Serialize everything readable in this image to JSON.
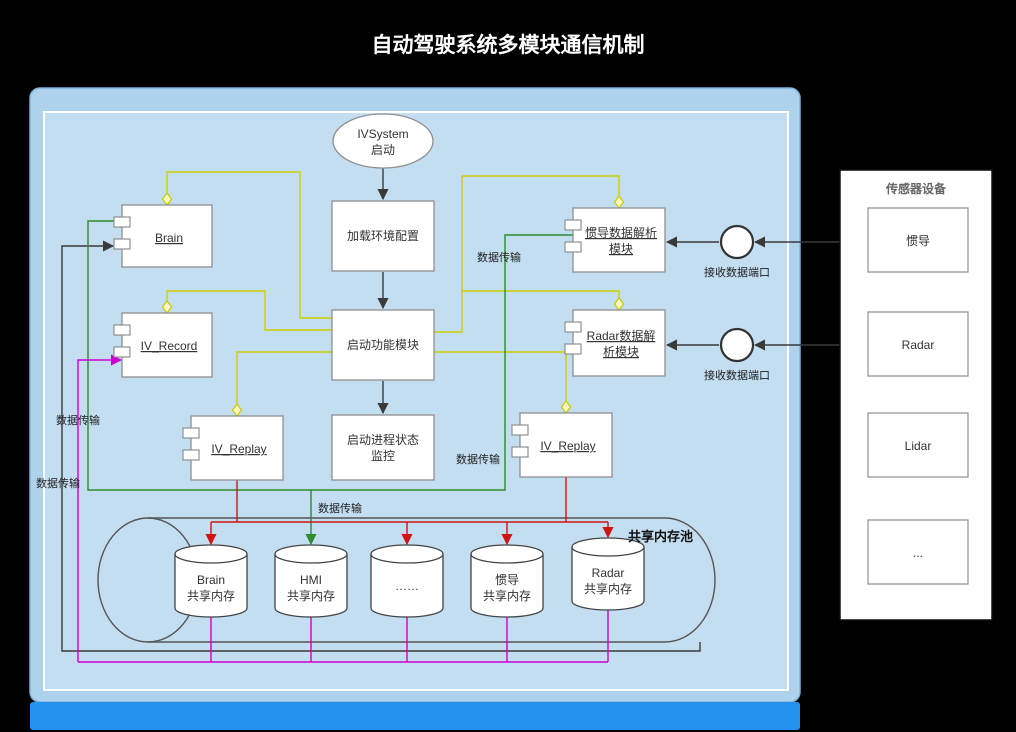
{
  "title": "自动驾驶系统多模块通信机制",
  "nodes": {
    "start": {
      "l1": "IVSystem",
      "l2": "启动"
    },
    "load_config": "加载环境配置",
    "start_modules": "启动功能模块",
    "monitor": {
      "l1": "启动进程状态",
      "l2": "监控"
    },
    "brain": "Brain",
    "iv_record": "IV_Record",
    "iv_replay_left": "IV_Replay",
    "ins_parser": {
      "l1": "惯导数据解析",
      "l2": "模块"
    },
    "radar_parser": {
      "l1": "Radar数据解",
      "l2": "析模块"
    },
    "iv_replay_right": "IV_Replay"
  },
  "ports": {
    "ins": "接收数据端口",
    "radar": "接收数据端口"
  },
  "labels": {
    "data_transfer_1": "数据传输",
    "data_transfer_2": "数据传输",
    "data_transfer_3": "数据传输",
    "data_transfer_4": "数据传输",
    "data_transfer_5": "数据传输",
    "shared_pool": "共享内存池"
  },
  "memories": [
    {
      "l1": "Brain",
      "l2": "共享内存"
    },
    {
      "l1": "HMI",
      "l2": "共享内存"
    },
    {
      "l1": "……",
      "l2": ""
    },
    {
      "l1": "惯导",
      "l2": "共享内存"
    },
    {
      "l1": "Radar",
      "l2": "共享内存"
    }
  ],
  "sensor_panel": {
    "title": "传感器设备",
    "items": [
      "惯导",
      "Radar",
      "Lidar",
      "..."
    ]
  },
  "colors": {
    "background": "#000000",
    "panel_outer": "#afd2ec",
    "panel_inner": "#c3ddf1",
    "footer_blue": "#2492ee",
    "aggregation_yellow": "#cfcf00",
    "write_red": "#d01414",
    "transfer_green": "#2e8b2e",
    "record_magenta": "#cf00cf",
    "flow_black": "#3a3a3a"
  }
}
